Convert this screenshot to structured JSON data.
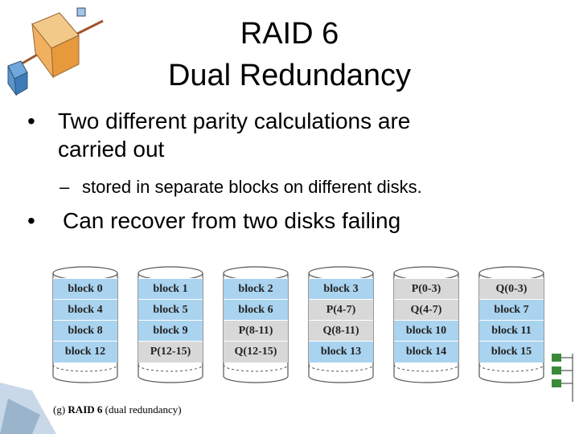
{
  "title": {
    "line1": "RAID 6",
    "line2": "Dual Redundancy"
  },
  "bullets": [
    {
      "marker": "•",
      "text_line1": "Two different parity calculations are",
      "text_line2": "carried out"
    },
    {
      "marker": "•",
      "text_line1": "Can recover from two disks failing"
    }
  ],
  "sub_bullet": {
    "marker": "–",
    "text": "stored in separate blocks on different disks."
  },
  "figure": {
    "disks": [
      {
        "cells": [
          "block 0",
          "block 4",
          "block 8",
          "block 12"
        ],
        "parity": [
          false,
          false,
          false,
          false
        ]
      },
      {
        "cells": [
          "block 1",
          "block 5",
          "block 9",
          "P(12-15)"
        ],
        "parity": [
          false,
          false,
          false,
          true
        ]
      },
      {
        "cells": [
          "block 2",
          "block 6",
          "P(8-11)",
          "Q(12-15)"
        ],
        "parity": [
          false,
          false,
          true,
          true
        ]
      },
      {
        "cells": [
          "block 3",
          "P(4-7)",
          "Q(8-11)",
          "block 13"
        ],
        "parity": [
          false,
          true,
          true,
          false
        ]
      },
      {
        "cells": [
          "P(0-3)",
          "Q(4-7)",
          "block 10",
          "block 14"
        ],
        "parity": [
          true,
          true,
          false,
          false
        ]
      },
      {
        "cells": [
          "Q(0-3)",
          "block 7",
          "block 11",
          "block 15"
        ],
        "parity": [
          true,
          false,
          false,
          false
        ]
      }
    ],
    "caption_prefix": "(g)",
    "caption_title": "RAID 6",
    "caption_suffix": "(dual redundancy)"
  },
  "colors": {
    "data_block": "#a9d3ef",
    "parity_block": "#d8d8d8",
    "disk_outline": "#555555"
  }
}
